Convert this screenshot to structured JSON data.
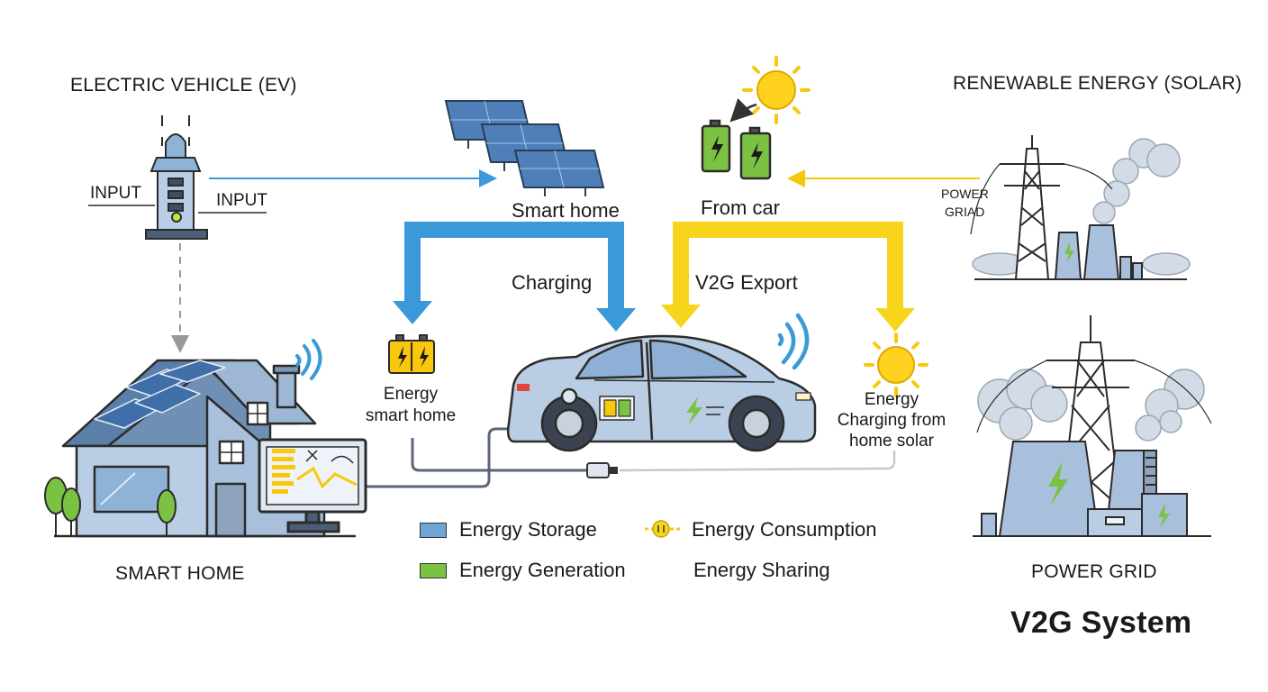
{
  "diagram": {
    "title": "V2G System",
    "sections": {
      "ev": "ELECTRIC VEHICLE (EV)",
      "solar": "RENEWABLE ENERGY (SOLAR)",
      "smart_home": "SMART HOME",
      "power_grid": "POWER GRID"
    },
    "ev_labels": {
      "input_left": "INPUT",
      "input_right": "INPUT"
    },
    "nodes": {
      "panels": "Smart home",
      "batteries": "From car",
      "grid_small": [
        "POWER",
        "GRIAD"
      ],
      "home_battery": [
        "Energy",
        "smart home"
      ],
      "solar_car": [
        "Energy",
        "Charging from",
        "home solar"
      ]
    },
    "flows": {
      "charging": "Charging",
      "export": "V2G Export"
    },
    "legend": {
      "storage": "Energy Storage",
      "generation": "Energy Generation",
      "consumption": "Energy Consumption",
      "sharing": "Energy Sharing"
    },
    "colors": {
      "flow_blue": "#3a9ad9",
      "flow_yellow": "#f7d51d",
      "storage": "#6fa6d6",
      "generation": "#7cc242",
      "sun": "#f9c80e"
    }
  }
}
